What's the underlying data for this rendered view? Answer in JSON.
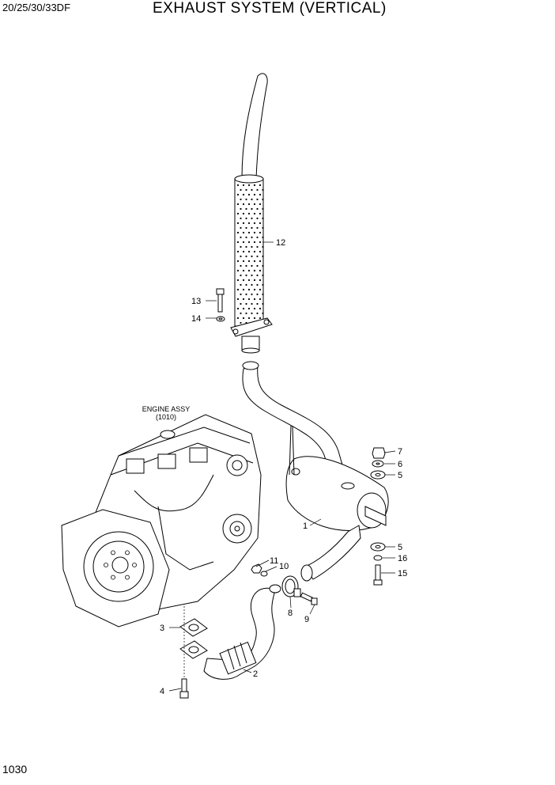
{
  "header": {
    "model": "20/25/30/33DF",
    "title": "EXHAUST SYSTEM (VERTICAL)"
  },
  "footer": {
    "page_number": "1030"
  },
  "engine": {
    "name": "ENGINE ASSY",
    "code": "(1010)"
  },
  "callouts": [
    "12",
    "13",
    "14",
    "7",
    "6",
    "5",
    "1",
    "5",
    "16",
    "15",
    "11",
    "10",
    "8",
    "9",
    "3",
    "2",
    "4"
  ]
}
